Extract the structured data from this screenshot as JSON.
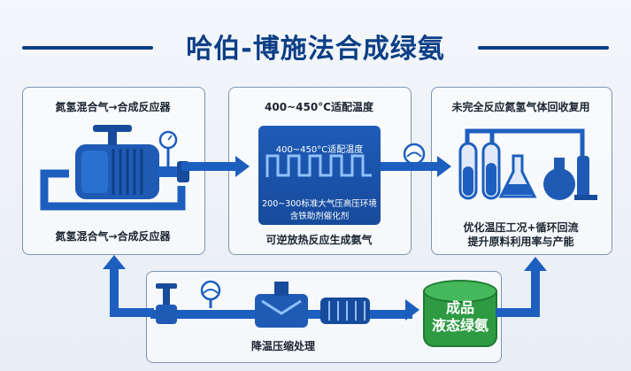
{
  "title": "哈伯-博施法合成绿氨",
  "panels": {
    "left": {
      "top_label": "氮氢混合气→合成反应器",
      "bottom_label": "氮氢混合气→合成反应器"
    },
    "middle": {
      "top_label": "400~450°C适配温度",
      "reactor_temp": "400~450°C适配温度",
      "reactor_line1": "200~300标准大气压高压环境",
      "reactor_line2": "含铁助剂催化剂",
      "bottom_label": "可逆放热反应生成氨气"
    },
    "right": {
      "top_label": "未完全反应氮氢气体回收复用",
      "bottom_line1": "优化温压工况+循环回流",
      "bottom_line2": "提升原料利用率与产能"
    }
  },
  "bottom": {
    "process_label": "降温压缩处理",
    "tank_line1": "成品",
    "tank_line2": "液态绿氨"
  },
  "colors": {
    "title": "#0d3f86",
    "pipe": "#1d5fbf",
    "tank": "#2e9b43"
  }
}
